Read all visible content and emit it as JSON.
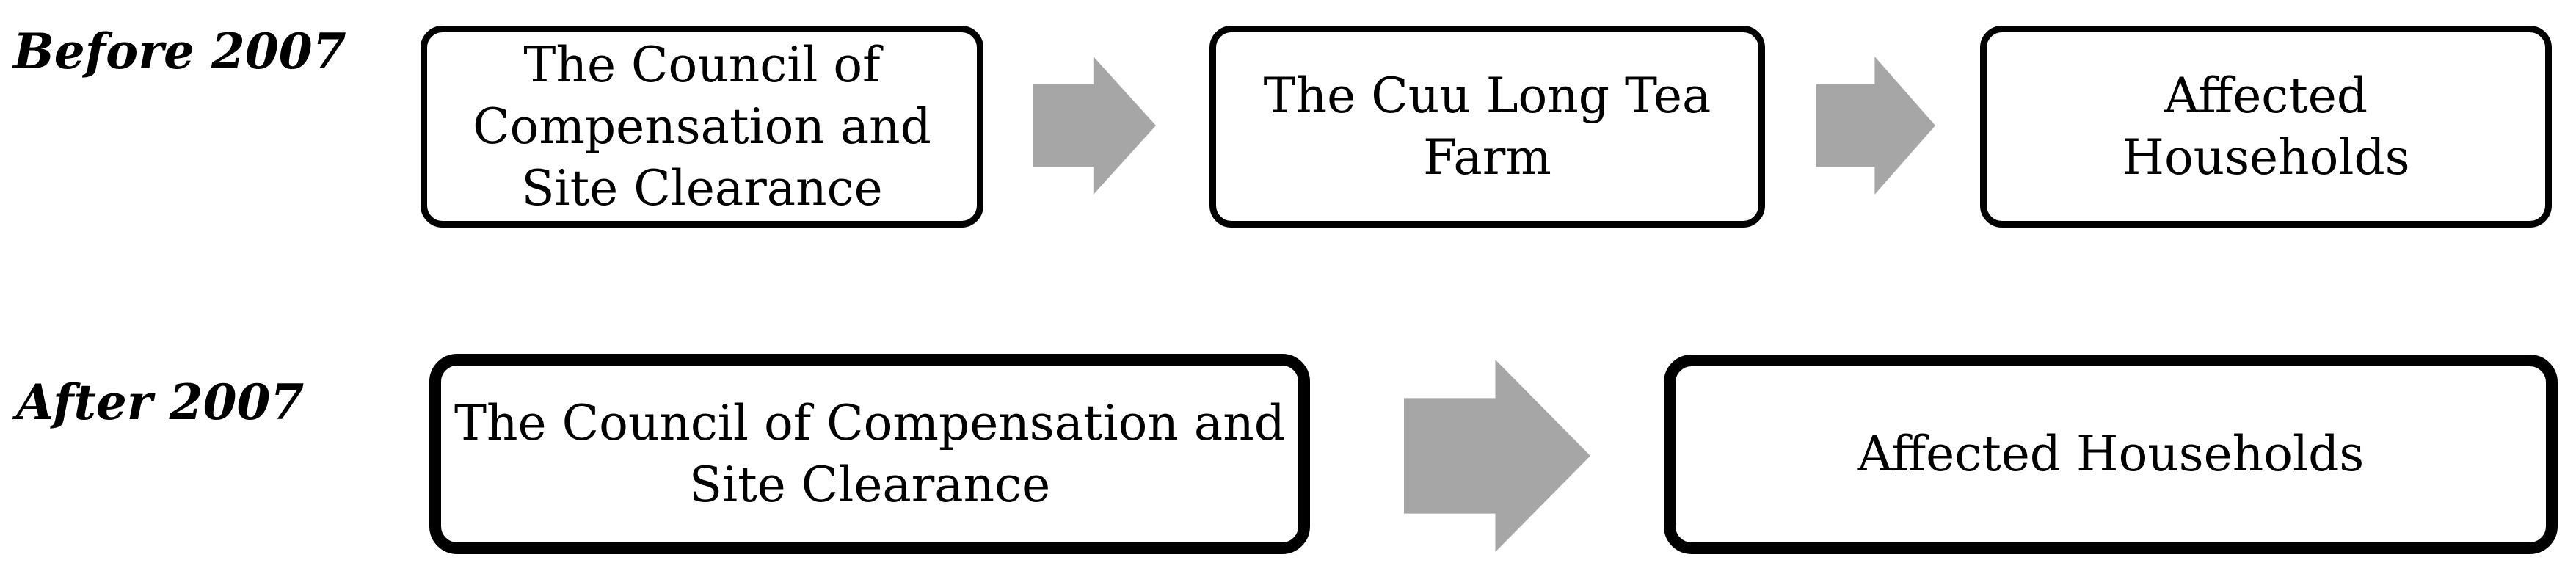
{
  "rows": [
    {
      "label": "Before 2007",
      "boxes": [
        {
          "text": "The Council of\nCompensation and\nSite Clearance"
        },
        {
          "text": "The Cuu Long Tea\nFarm"
        },
        {
          "text": "Affected\nHouseholds"
        }
      ]
    },
    {
      "label": "After 2007",
      "boxes": [
        {
          "text": "The Council of Compensation and\nSite Clearance"
        },
        {
          "text": "Affected Households"
        }
      ]
    }
  ],
  "icons": {
    "arrow": "right-block-arrow"
  },
  "colors": {
    "arrow": "#a6a6a6",
    "box_border": "#000000",
    "text": "#000000",
    "background": "#ffffff"
  }
}
